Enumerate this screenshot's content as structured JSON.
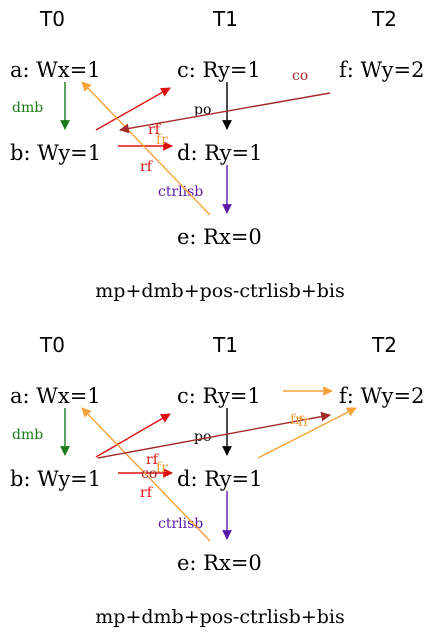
{
  "colors": {
    "dmb": "#1a7a1a",
    "po": "#000000",
    "rf": "#e01010",
    "fr": "#f7a23a",
    "co": "#a52a2a",
    "ctrlisb": "#5a1aa8"
  },
  "diagrams": [
    {
      "threads": [
        "T0",
        "T1",
        "T2"
      ],
      "events": {
        "a": "a: Wx=1",
        "b": "b: Wy=1",
        "c": "c: Ry=1",
        "d": "d: Ry=1",
        "e": "e: Rx=0",
        "f": "f: Wy=2"
      },
      "edge_labels": {
        "dmb": "dmb",
        "po": "po",
        "ctrlisb": "ctrlisb",
        "rf1": "rf",
        "rf2": "rf",
        "fr": "fr",
        "co": "co"
      },
      "caption": "mp+dmb+pos-ctrlisb+bis"
    },
    {
      "threads": [
        "T0",
        "T1",
        "T2"
      ],
      "events": {
        "a": "a: Wx=1",
        "b": "b: Wy=1",
        "c": "c: Ry=1",
        "d": "d: Ry=1",
        "e": "e: Rx=0",
        "f": "f: Wy=2"
      },
      "edge_labels": {
        "dmb": "dmb",
        "po": "po",
        "ctrlisb": "ctrlisb",
        "rf1": "rf",
        "rf2": "rf",
        "fr": "fr",
        "co": "co",
        "fr_cf": "fr",
        "fr_df": "fr"
      },
      "caption": "mp+dmb+pos-ctrlisb+bis"
    }
  ]
}
